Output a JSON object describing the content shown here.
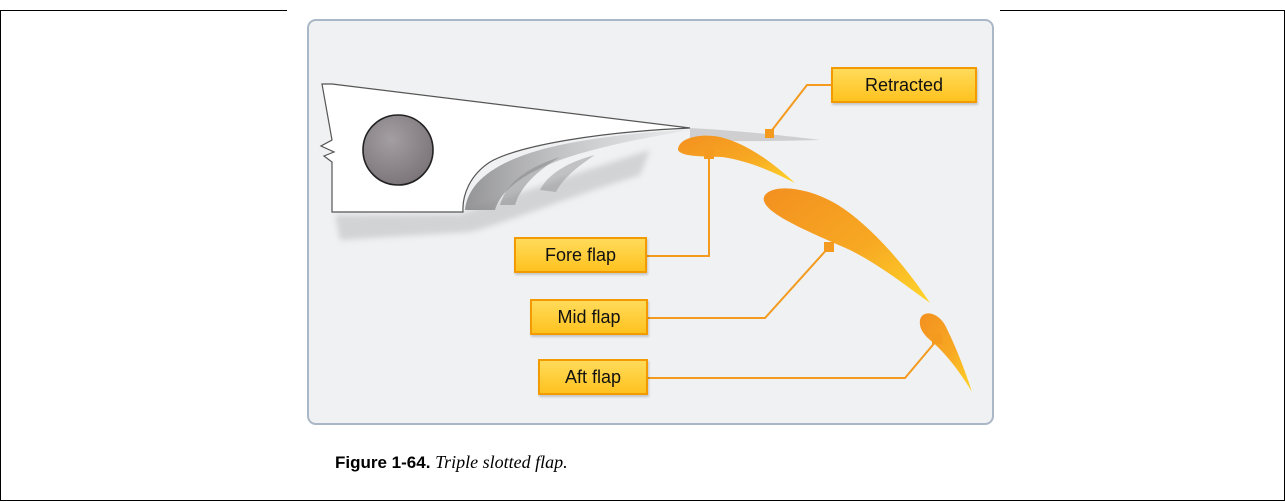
{
  "figure": {
    "labels": {
      "retracted": "Retracted",
      "fore_flap": "Fore flap",
      "mid_flap": "Mid flap",
      "aft_flap": "Aft flap"
    },
    "caption": {
      "number": "Figure 1-64.",
      "text": "Triple slotted flap."
    }
  },
  "colors": {
    "flap_orange": "#f39a1f",
    "flap_yellow": "#ffc21a",
    "callout_line": "#f39a1f",
    "panel_background": "#f0f1f2",
    "panel_border": "#aab7c6",
    "wing_fill": "#ffffff",
    "spar_hole": "#8f8a8e"
  }
}
